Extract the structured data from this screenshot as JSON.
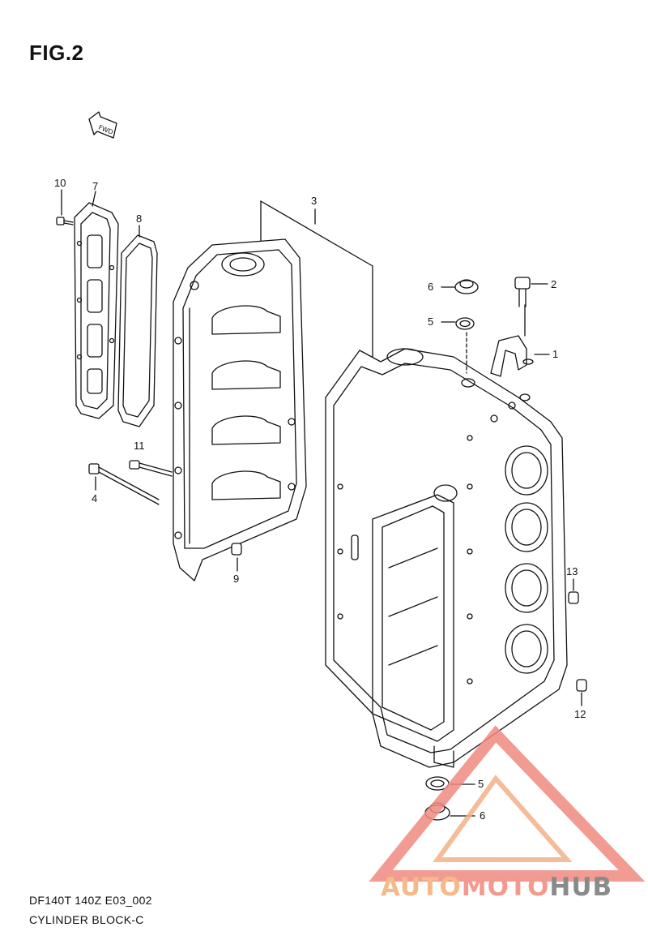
{
  "figure": {
    "title": "FIG.2",
    "fwd_label": "FWD"
  },
  "callouts": [
    {
      "id": "c10",
      "label": "10"
    },
    {
      "id": "c7",
      "label": "7"
    },
    {
      "id": "c8",
      "label": "8"
    },
    {
      "id": "c3",
      "label": "3"
    },
    {
      "id": "c6a",
      "label": "6"
    },
    {
      "id": "c2",
      "label": "2"
    },
    {
      "id": "c5a",
      "label": "5"
    },
    {
      "id": "c1",
      "label": "1"
    },
    {
      "id": "c11",
      "label": "11"
    },
    {
      "id": "c4",
      "label": "4"
    },
    {
      "id": "c9",
      "label": "9"
    },
    {
      "id": "c13",
      "label": "13"
    },
    {
      "id": "c12",
      "label": "12"
    },
    {
      "id": "c5b",
      "label": "5"
    },
    {
      "id": "c6b",
      "label": "6"
    }
  ],
  "caption": {
    "model_code": "DF140T 140Z E03_002",
    "part_name": "CYLINDER BLOCK-C"
  },
  "watermark": {
    "word_a": "AUTO",
    "word_b": "MOTO",
    "word_c": "HUB",
    "color_a": "#f5b98a",
    "color_b": "#f39a8f",
    "color_c": "#8a8a8a"
  }
}
